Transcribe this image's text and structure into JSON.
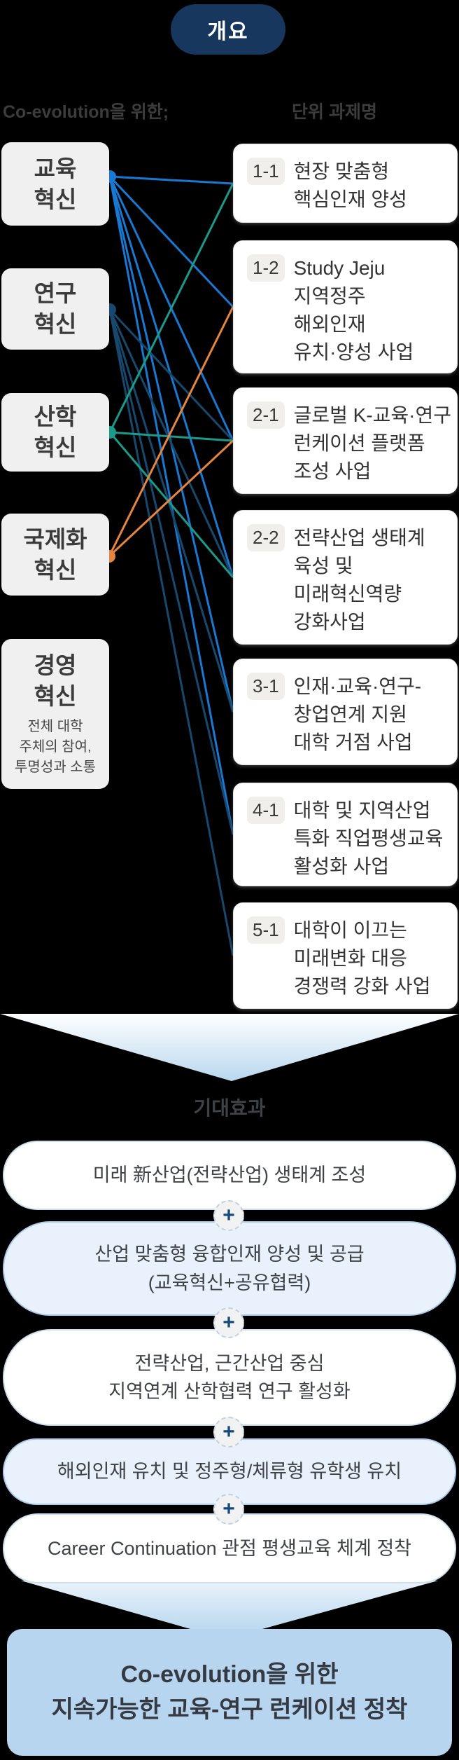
{
  "overview_badge": "개요",
  "headers": {
    "left": "Co-evolution을 위한;",
    "right": "단위 과제명"
  },
  "innovations": [
    {
      "title_line1": "교육",
      "title_line2": "혁신"
    },
    {
      "title_line1": "연구",
      "title_line2": "혁신"
    },
    {
      "title_line1": "산학",
      "title_line2": "혁신"
    },
    {
      "title_line1": "국제화",
      "title_line2": "혁신"
    },
    {
      "title_line1": "경영",
      "title_line2": "혁신",
      "sub_line1": "전체 대학",
      "sub_line2": "주체의 참여,",
      "sub_line3": "투명성과 소통"
    }
  ],
  "tasks": [
    {
      "code": "1-1",
      "line1": "현장 맞춤형",
      "line2": "핵심인재 양성"
    },
    {
      "code": "1-2",
      "line1": "Study Jeju",
      "line2": "지역정주",
      "line3": "해외인재",
      "line4": "유치·양성 사업"
    },
    {
      "code": "2-1",
      "line1": "글로벌 K-교육·연구",
      "line2": "런케이션 플랫폼",
      "line3": "조성 사업"
    },
    {
      "code": "2-2",
      "line1": "전략산업 생태계",
      "line2": "육성 및",
      "line3": "미래혁신역량",
      "line4": "강화사업"
    },
    {
      "code": "3-1",
      "line1": "인재·교육·연구-",
      "line2": "창업연계 지원",
      "line3": "대학 거점 사업"
    },
    {
      "code": "4-1",
      "line1": "대학 및 지역산업",
      "line2": "특화 직업평생교육",
      "line3": "활성화 사업"
    },
    {
      "code": "5-1",
      "line1": "대학이 이끄는",
      "line2": "미래변화 대응",
      "line3": "경쟁력 강화 사업"
    }
  ],
  "connections": [
    {
      "from": "교육혁신",
      "node": "edu",
      "color": "#1878d2",
      "to": [
        "1-1",
        "1-2",
        "2-1",
        "2-2",
        "3-1",
        "4-1"
      ]
    },
    {
      "from": "연구혁신",
      "node": "research",
      "color": "#17496e",
      "to": [
        "2-1",
        "2-2",
        "3-1",
        "4-1",
        "5-1"
      ]
    },
    {
      "from": "산학혁신",
      "node": "industry",
      "color": "#1b998a",
      "to": [
        "1-1",
        "2-1",
        "2-2"
      ]
    },
    {
      "from": "국제화혁신",
      "node": "global",
      "color": "#e58540",
      "to": [
        "1-2",
        "2-1"
      ]
    }
  ],
  "expected_effects": {
    "header": "기대효과",
    "plus_symbol": "+",
    "items": [
      {
        "line1": "미래 新산업(전략산업) 생태계 조성"
      },
      {
        "line1": "산업 맞춤형 융합인재 양성 및 공급",
        "line2": "(교육혁신+공유협력)"
      },
      {
        "line1": "전략산업, 근간산업 중심",
        "line2": "지역연계 산학협력 연구 활성화"
      },
      {
        "line1": "해외인재 유치 및 정주형/체류형 유학생 유치"
      },
      {
        "line1": "Career Continuation 관점 평생교육 체계 정착"
      }
    ]
  },
  "conclusion": {
    "line1": "Co-evolution을 위한",
    "line2": "지속가능한 교육-연구 런케이션 정착"
  },
  "colors": {
    "badge_bg": "#17375e",
    "edu_line": "#1878d2",
    "research_line": "#17496e",
    "industry_line": "#1b998a",
    "global_line": "#e58540",
    "funnel_fill": "#bcd9ef",
    "conclusion_bg": "#b7d5ef",
    "pill_blue_bg": "#e9f2fc"
  }
}
